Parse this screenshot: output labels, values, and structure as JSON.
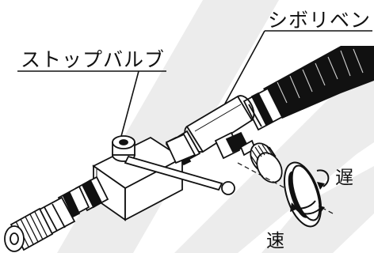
{
  "labels": {
    "stop_valve": "ストップバルブ",
    "throttle_valve": "シボリベン",
    "slow": "遅",
    "fast": "速"
  },
  "colors": {
    "ink": "#111111",
    "watermark": "#ececec",
    "background": "#ffffff"
  }
}
